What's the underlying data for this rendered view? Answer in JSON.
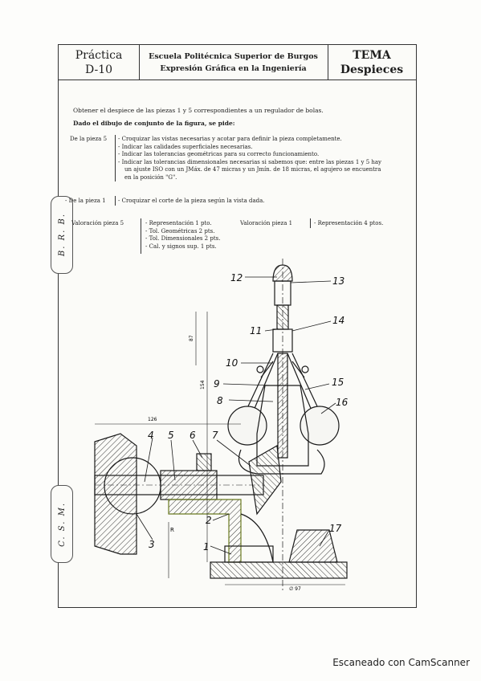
{
  "header": {
    "practica_label": "Práctica",
    "practica_code": "D-10",
    "school_line1": "Escuela Politécnica Superior de Burgos",
    "school_line2": "Expresión Gráfica en la Ingeniería",
    "tema_label": "TEMA",
    "tema_value": "Despieces"
  },
  "intro": "Obtener el despiece de las piezas 1 y 5 correspondientes a un regulador de bolas.",
  "given": "Dado el dibujo de conjunto de la figura, se pide:",
  "pieza5": {
    "label": "De la pieza 5",
    "items": [
      "- Croquizar las vistas necesarias y acotar para definir la pieza completamente.",
      "- Indicar las calidades superficiales necesarias.",
      "- Indicar las tolerancias geométricas para su correcto funcionamiento.",
      "- Indicar las tolerancias dimensionales necesarias si sabemos que: entre las piezas 1 y 5 hay",
      "un ajuste ISO con un JMáx. de 47 micras y un Jmín. de 18 micras, el agujero se encuentra",
      "en la posición \"G\"."
    ]
  },
  "pieza1": {
    "label": "- De la pieza 1",
    "item": "- Croquizar el corte de la pieza según la vista dada."
  },
  "valoracion5": {
    "label": "Valoración pieza 5",
    "items": [
      "- Representación 1 pto.",
      "- Tol. Geométricas 2 pts.",
      "- Tol. Dimensionales 2 pts.",
      "- Cal. y signos sup. 1 pts."
    ]
  },
  "valoracion1": {
    "label": "Valoración pieza 1",
    "item": "- Representación 4 ptos."
  },
  "signatures": {
    "top": "B. R. B.",
    "bottom": "C. S. M."
  },
  "drawing": {
    "part_numbers": [
      "1",
      "2",
      "3",
      "4",
      "5",
      "6",
      "7",
      "8",
      "9",
      "10",
      "11",
      "12",
      "13",
      "14",
      "15",
      "16",
      "17"
    ],
    "dimensions": [
      "87",
      "154",
      "126",
      "R",
      "∅ 97"
    ]
  },
  "footer": "Escaneado con CamScanner"
}
